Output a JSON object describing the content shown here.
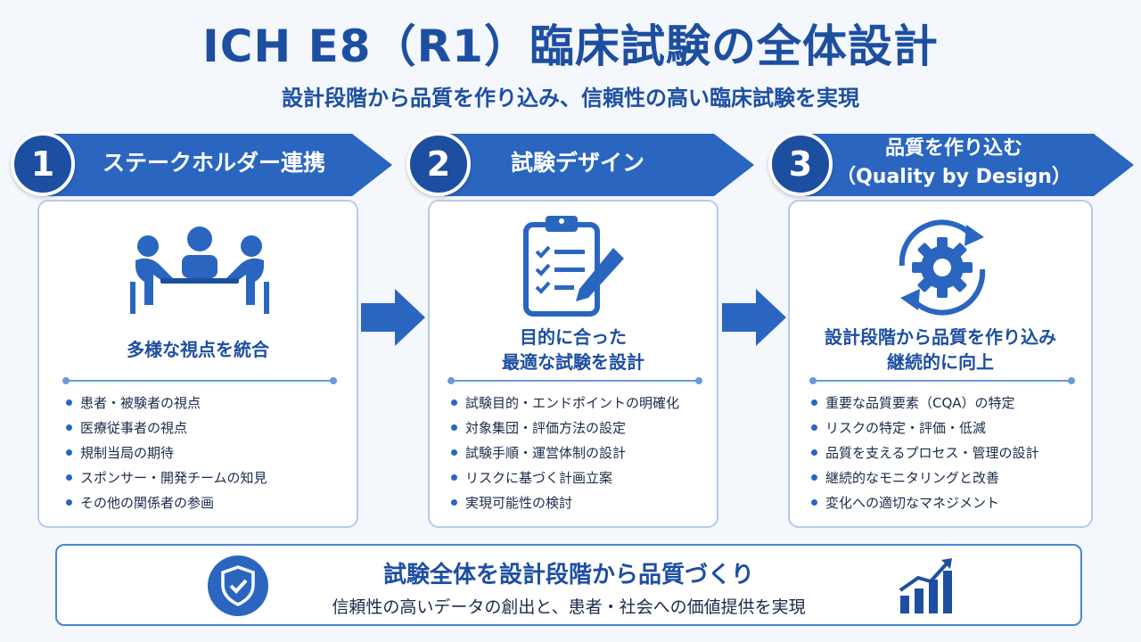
{
  "header": {
    "title": "ICH E8（R1）臨床試験の全体設計",
    "subtitle": "設計段階から品質を作り込み、信頼性の高い臨床試験を実現"
  },
  "steps": [
    {
      "number": "1",
      "banner_lines": [
        "ステークホルダー連携"
      ],
      "icon": "team-meeting-icon",
      "heading_lines": [
        "多様な視点を統合"
      ],
      "items": [
        "患者・被験者の視点",
        "医療従事者の視点",
        "規制当局の期待",
        "スポンサー・開発チームの知見",
        "その他の関係者の参画"
      ]
    },
    {
      "number": "2",
      "banner_lines": [
        "試験デザイン"
      ],
      "icon": "clipboard-checklist-icon",
      "heading_lines": [
        "目的に合った",
        "最適な試験を設計"
      ],
      "items": [
        "試験目的・エンドポイントの明確化",
        "対象集団・評価方法の設定",
        "試験手順・運営体制の設計",
        "リスクに基づく計画立案",
        "実現可能性の検討"
      ]
    },
    {
      "number": "3",
      "banner_lines": [
        "品質を作り込む",
        "（Quality by Design）"
      ],
      "icon": "gear-cycle-icon",
      "heading_lines": [
        "設計段階から品質を作り込み",
        "継続的に向上"
      ],
      "items": [
        "重要な品質要素（CQA）の特定",
        "リスクの特定・評価・低減",
        "品質を支えるプロセス・管理の設計",
        "継続的なモニタリングと改善",
        "変化への適切なマネジメント"
      ]
    }
  ],
  "summary": {
    "title": "試験全体を設計段階から品質づくり",
    "subtitle": "信頼性の高いデータの創出と、患者・社会への価値提供を実現",
    "left_icon": "shield-check-icon",
    "right_icon": "growth-chart-icon"
  },
  "colors": {
    "primary": "#1d4fa1",
    "banner": "#2a66c0",
    "card_border": "#b5cbe8",
    "background": "#f4f7fc"
  }
}
